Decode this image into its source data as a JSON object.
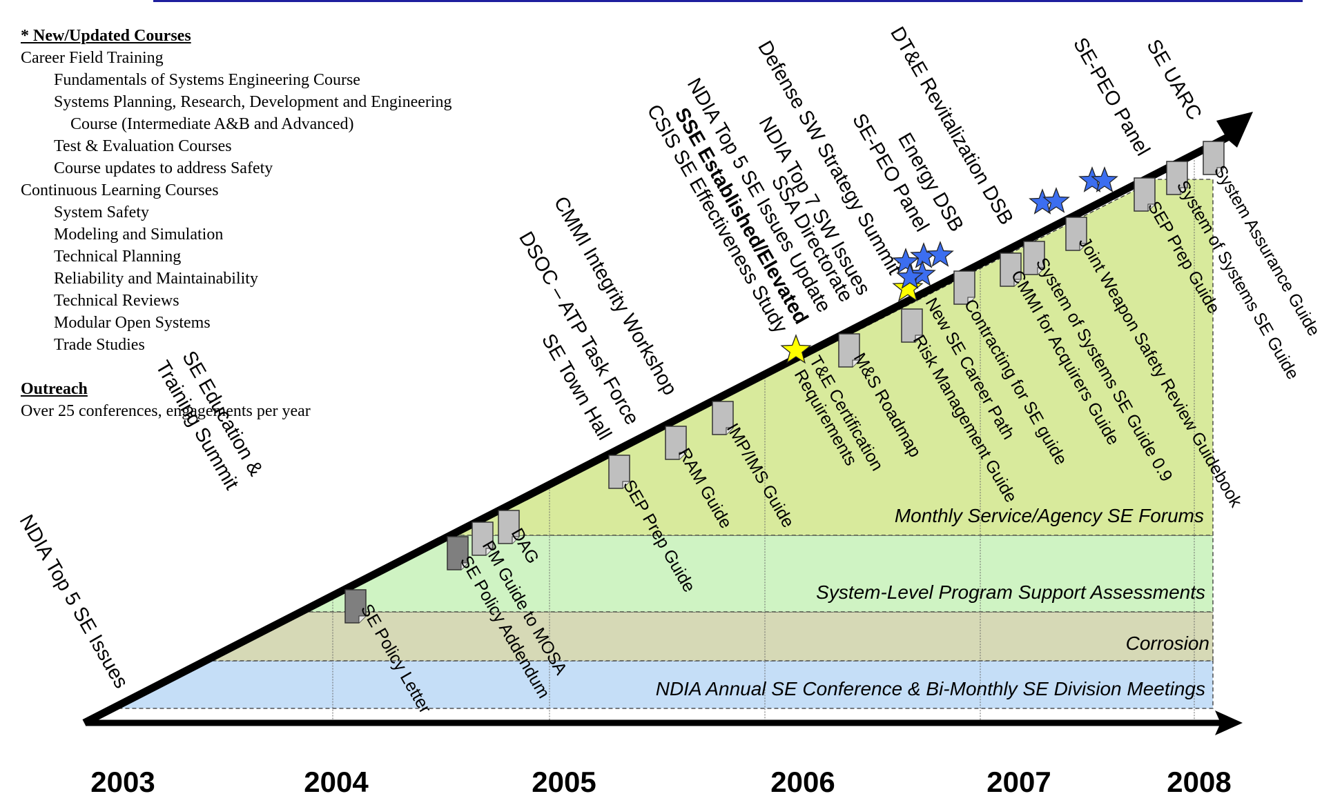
{
  "title_bar_color": "#1f1f9e",
  "courses": {
    "heading": "* New/Updated Courses",
    "career": {
      "label": "Career Field Training",
      "items": [
        "Fundamentals of Systems Engineering Course",
        "Systems Planning, Research, Development and Engineering",
        "Test & Evaluation Courses",
        "Course updates to address Safety"
      ],
      "continuation": "Course (Intermediate A&B and Advanced)"
    },
    "continuous": {
      "label": "Continuous Learning Courses",
      "items": [
        "System Safety",
        "Modeling and Simulation",
        "Technical Planning",
        "Reliability and Maintainability",
        "Technical Reviews",
        "Modular Open Systems",
        "Trade Studies"
      ]
    },
    "outreach_heading": "Outreach",
    "outreach_text": "Over 25 conferences, engagements per year"
  },
  "years": [
    "2003",
    "2004",
    "2005",
    "2006",
    "2007",
    "2008"
  ],
  "bands": [
    {
      "label": "NDIA Annual SE Conference & Bi-Monthly SE Division Meetings",
      "color": "#c5def7"
    },
    {
      "label": "Corrosion",
      "color": "#d6d9b6"
    },
    {
      "label": "System-Level Program Support Assessments",
      "color": "#cff3c3"
    },
    {
      "label": "Monthly Service/Agency SE Forums",
      "color": "#d8ea9c"
    }
  ],
  "events": [
    {
      "label": "NDIA Top 5 SE Issues",
      "bold": false
    },
    {
      "label": "SE Education &",
      "bold": false
    },
    {
      "label": "Training Summit",
      "bold": false
    },
    {
      "label": "SE Town Hall",
      "bold": false
    },
    {
      "label": "DSOC – ATP Task Force",
      "bold": false
    },
    {
      "label": "CMMI Integrity Workshop",
      "bold": false
    },
    {
      "label": "CSIS SE Effectiveness Study",
      "bold": false
    },
    {
      "label": "SSE Established/Elevated",
      "bold": true
    },
    {
      "label": "NDIA Top 5 SE Issues Update",
      "bold": false
    },
    {
      "label": "SSA Directorate",
      "bold": false
    },
    {
      "label": "NDIA Top 7 SW Issues",
      "bold": false
    },
    {
      "label": "Defense SW Strategy Summit",
      "bold": false
    },
    {
      "label": "SE-PEO Panel",
      "bold": false
    },
    {
      "label": "Energy DSB",
      "bold": false
    },
    {
      "label": "DT&E Revitalization DSB",
      "bold": false
    },
    {
      "label": "SE-PEO Panel",
      "bold": false
    },
    {
      "label": "SE UARC",
      "bold": false
    }
  ],
  "documents": [
    {
      "label": "SE Policy Letter"
    },
    {
      "label": "SE Policy Addendum"
    },
    {
      "label": "PM Guide to MOSA"
    },
    {
      "label": "DAG"
    },
    {
      "label": "SEP Prep Guide"
    },
    {
      "label": "RAM Guide"
    },
    {
      "label": "IMP/IMS Guide"
    },
    {
      "label": "T&E Certification"
    },
    {
      "label": "Requirements"
    },
    {
      "label": "M&S Roadmap"
    },
    {
      "label": "Risk Management Guide"
    },
    {
      "label": "New SE Career Path"
    },
    {
      "label": "Contracting for SE guide"
    },
    {
      "label": "CMMI for Acquirers Guide"
    },
    {
      "label": "System of Systems SE Guide 0.9"
    },
    {
      "label": "Joint Weapon Safety Review Guidebook"
    },
    {
      "label": "SEP Prep Guide"
    },
    {
      "label": "System of Systems SE Guide"
    },
    {
      "label": "System Assurance Guide"
    }
  ]
}
